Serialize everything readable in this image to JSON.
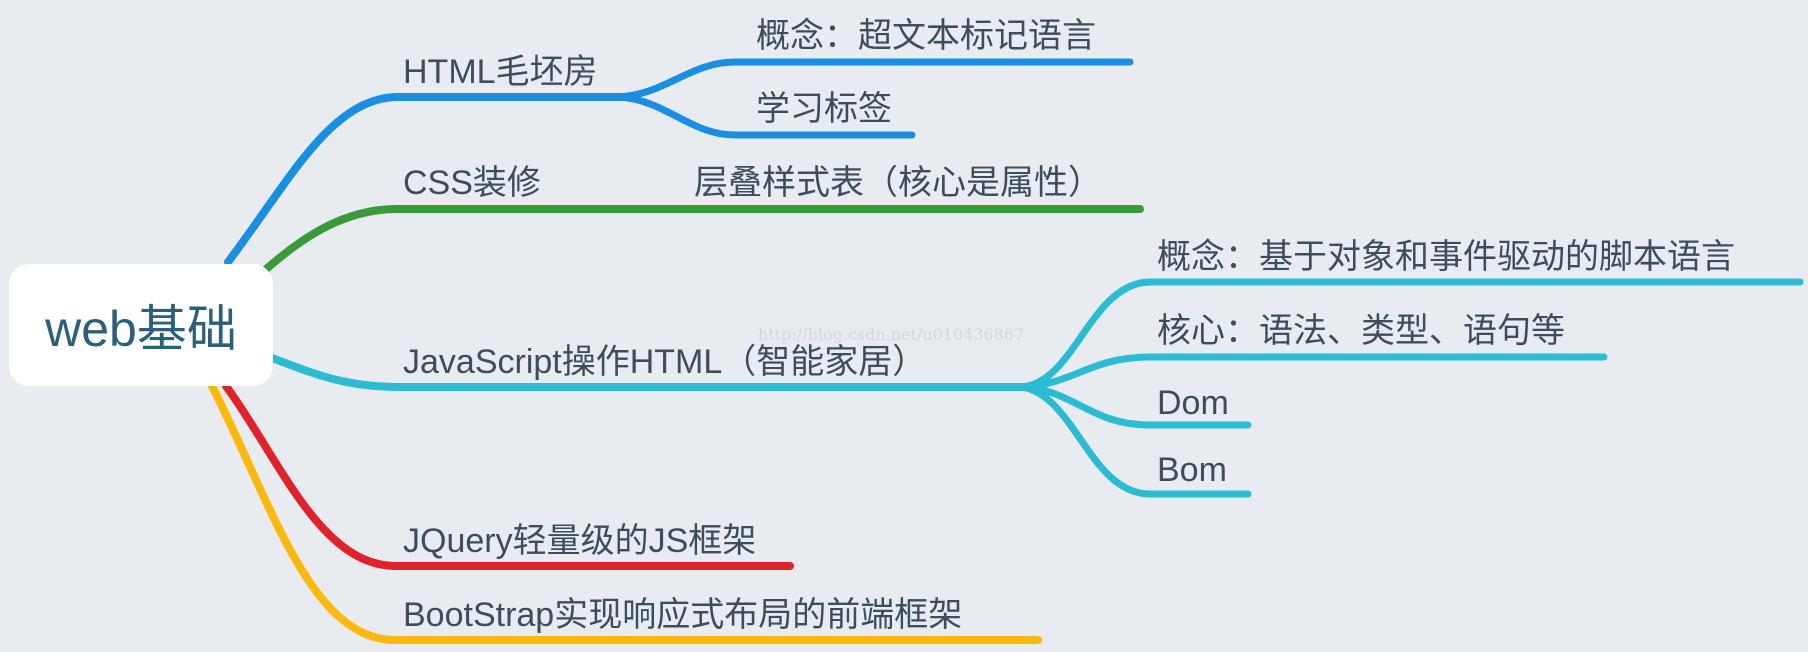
{
  "root": {
    "label": "web基础",
    "background": "#ffffff",
    "text_color": "#2b5f7a"
  },
  "branches": {
    "html": {
      "label": "HTML毛坯房",
      "color": "#1a8ee0",
      "children": [
        "概念：超文本标记语言",
        "学习标签"
      ]
    },
    "css": {
      "label": "CSS装修",
      "color": "#3a9a3a",
      "children": [
        "层叠样式表（核心是属性）"
      ]
    },
    "js": {
      "label": "JavaScript操作HTML（智能家居）",
      "color": "#2bbcd4",
      "children": [
        "概念：基于对象和事件驱动的脚本语言",
        "核心：语法、类型、语句等",
        "Dom",
        "Bom"
      ]
    },
    "jquery": {
      "label": "JQuery轻量级的JS框架",
      "color": "#e0232a",
      "children": []
    },
    "bootstrap": {
      "label": "BootStrap实现响应式布局的前端框架",
      "color": "#fbb80f",
      "children": []
    }
  },
  "watermark": "http://blog.csdn.net/u010436867"
}
